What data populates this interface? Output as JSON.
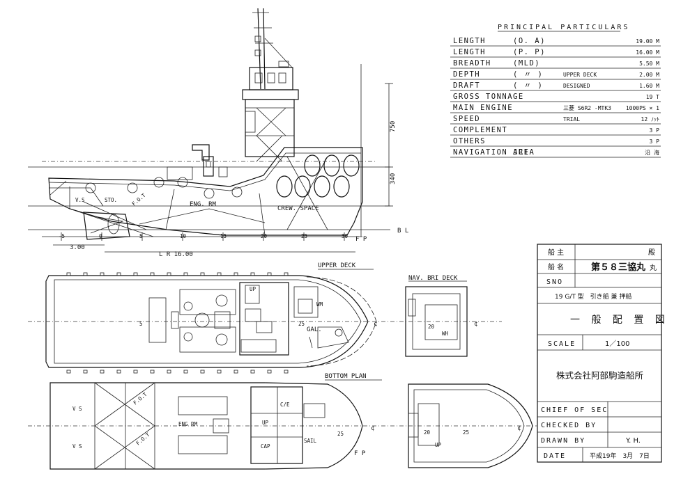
{
  "particulars": {
    "title": "PRINCIPAL  PARTICULARS",
    "rows": [
      {
        "label": "LENGTH",
        "sub": "(O. A)",
        "note": "",
        "value": "19.00 M"
      },
      {
        "label": "LENGTH",
        "sub": "(P. P)",
        "note": "",
        "value": "16.00 M"
      },
      {
        "label": "BREADTH",
        "sub": "(MLD)",
        "note": "",
        "value": "5.50 M"
      },
      {
        "label": "DEPTH",
        "sub": "( 〃 )",
        "note": "UPPER DECK",
        "value": "2.00 M"
      },
      {
        "label": "DRAFT",
        "sub": "( 〃 )",
        "note": "DESIGNED",
        "value": "1.60 M"
      },
      {
        "label": "GROSS TONNAGE",
        "sub": "",
        "note": "",
        "value": "19 T"
      },
      {
        "label": "MAIN ENGINE",
        "sub": "",
        "note": "三菱 S6R2 -MTK3",
        "value": "1000PS × 1"
      },
      {
        "label": "SPEED",
        "sub": "",
        "note": "TRIAL",
        "value": "12 ﾉｯﾄ"
      },
      {
        "label": "COMPLEMENT",
        "sub": "",
        "note": "",
        "value": "3 P"
      },
      {
        "label": "OTHERS",
        "sub": "",
        "note": "",
        "value": "3 P"
      },
      {
        "label": "NAVIGATION AREA",
        "sub": "JCI",
        "note": "",
        "value": "沿 海"
      }
    ]
  },
  "profile": {
    "eng_rm": "ENG. RM",
    "crew_space": "CREW. SPACE",
    "vs": "V.S",
    "sto": "STO.",
    "fot": "F.O.T",
    "bl": "B L",
    "fp": "F P",
    "frames": [
      "-5",
      "0",
      "5",
      "10",
      "15",
      "20",
      "25",
      "30"
    ],
    "dim_750": "750",
    "dim_340": "340",
    "dim_300": "3.00",
    "lr": "L R  16.00"
  },
  "upper_deck": {
    "title": "UPPER  DECK",
    "wm": "WM",
    "gal": "GAL.",
    "up": "UP",
    "frame5": "5",
    "frame25": "25",
    "cl": "¢"
  },
  "nav_deck": {
    "title": "NAV. BRI  DECK",
    "wh": "WH",
    "frame20": "20",
    "cl": "¢"
  },
  "bottom_plan": {
    "title": "BOTTOM  PLAN",
    "vs1": "V S",
    "vs2": "V S",
    "fot1": "F.O.T",
    "fot2": "F.O.T",
    "eng_rm": "ENG RM",
    "cap": "CAP",
    "sail": "SAIL",
    "ce": "C/E",
    "up": "UP",
    "frame25": "25",
    "fp": "F P",
    "cl": "¢"
  },
  "lower_deck": {
    "frame20": "20",
    "frame25": "25",
    "up": "UP",
    "cl": "¢"
  },
  "title_block": {
    "owner_label": "船 主",
    "owner_value": "殿",
    "ship_label": "船 名",
    "ship_value": "第５８三協丸",
    "ship_suffix": "丸",
    "sno_label": "SNO",
    "ship_type": "19 G/T 型　引き船 兼 押船",
    "drawing_title": "一 般 配 置 図",
    "scale_label": "SCALE",
    "scale_value": "1／100",
    "company": "株式会社阿部駒造船所",
    "chief_label": "CHIEF OF SEC",
    "checked_label": "CHECKED  BY",
    "drawn_label": "DRAWN  BY",
    "drawn_value": "Y. H.",
    "date_label": "DATE",
    "date_value": "平成19年　3月　7日"
  }
}
